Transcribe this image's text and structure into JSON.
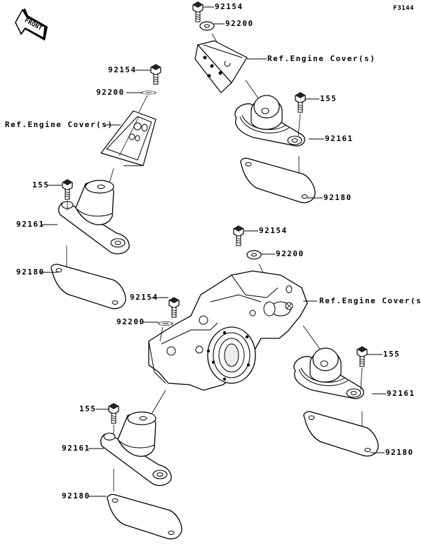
{
  "figure_id": "F3144",
  "front_indicator": "FRONT",
  "callouts": {
    "top_right": {
      "bolt": "92154",
      "washer": "92200",
      "ref": "Ref.Engine Cover(s)",
      "mount_bolt": "155",
      "mount": "92161",
      "plate": "92180"
    },
    "top_left": {
      "bolt": "92154",
      "washer": "92200",
      "ref": "Ref.Engine Cover(s)",
      "mount_bolt": "155",
      "mount": "92161",
      "plate": "92180"
    },
    "middle_right": {
      "bolt": "92154",
      "washer": "92200",
      "ref": "Ref.Engine Cover(s)",
      "mount_bolt": "155",
      "mount": "92161",
      "plate": "92180"
    },
    "middle_left": {
      "bolt": "92154",
      "washer": "92200"
    },
    "bottom_left": {
      "mount_bolt": "155",
      "mount": "92161",
      "plate": "92180"
    }
  },
  "colors": {
    "line": "#000000",
    "background": "#ffffff"
  }
}
